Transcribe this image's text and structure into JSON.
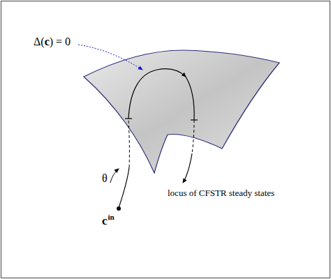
{
  "diagram": {
    "labels": [
      "Δ(",
      "c",
      ") = 0",
      "θ",
      "c",
      "in",
      "locus of CFSTR steady states"
    ]
  }
}
